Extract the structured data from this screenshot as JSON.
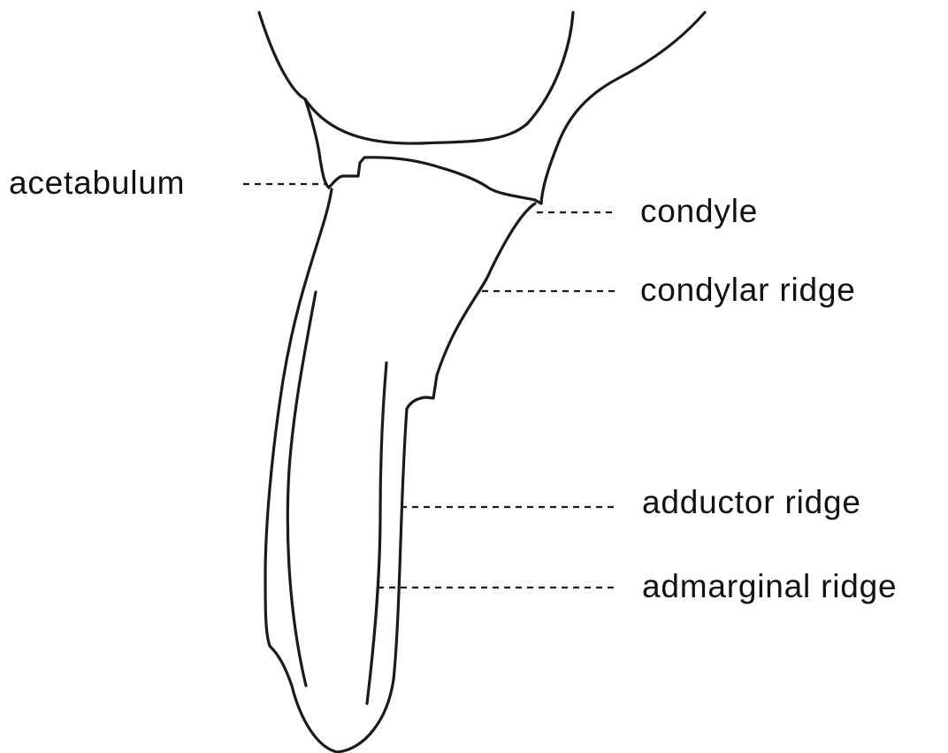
{
  "labels": {
    "acetabulum": "acetabulum",
    "condyle": "condyle",
    "condylar_ridge": "condylar ridge",
    "adductor_ridge": "adductor ridge",
    "admarginal_ridge": "admarginal ridge"
  }
}
